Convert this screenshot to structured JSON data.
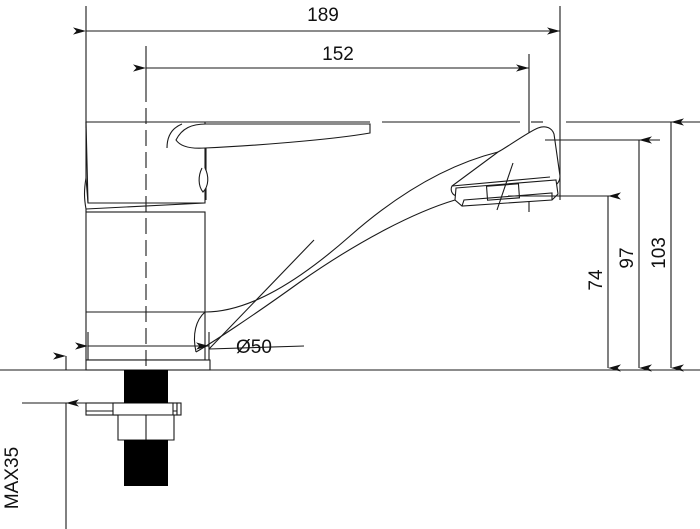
{
  "drawing": {
    "title": "single-lever-kitchen-mixer-tap-dimension-drawing",
    "units": "mm",
    "line_color": "#1a1a1a",
    "fill_color": "#ffffff",
    "solid_color": "#000000",
    "background": "#ffffff"
  },
  "dimensions": {
    "overall_length": {
      "label": "189",
      "orientation": "horizontal",
      "value": 189
    },
    "spout_reach": {
      "label": "152",
      "orientation": "horizontal",
      "value": 152
    },
    "base_diameter": {
      "label": "Ø50",
      "orientation": "leader",
      "value": 50
    },
    "spout_outlet_height": {
      "label": "74",
      "orientation": "vertical",
      "value": 74
    },
    "spout_top_height": {
      "label": "97",
      "orientation": "vertical",
      "value": 97
    },
    "overall_height": {
      "label": "103",
      "orientation": "vertical",
      "value": 103
    },
    "max_counter_thickness": {
      "label": "MAX35",
      "orientation": "vertical-rotated",
      "value": 35
    }
  },
  "parts": {
    "lever_handle": "lever-handle",
    "cartridge_housing": "cartridge-housing",
    "body_base": "cylindrical-base",
    "spout": "curved-swan-neck-spout",
    "spout_tip": "spout-outlet-block",
    "aerator": "aerator-housing",
    "mounting_stud": "threaded-mounting-stud",
    "washer": "mounting-washer-plate",
    "hex_nut": "hex-lock-nut",
    "counter_line": "countertop-surface-line",
    "centerline": "vertical-axis-centerline"
  }
}
